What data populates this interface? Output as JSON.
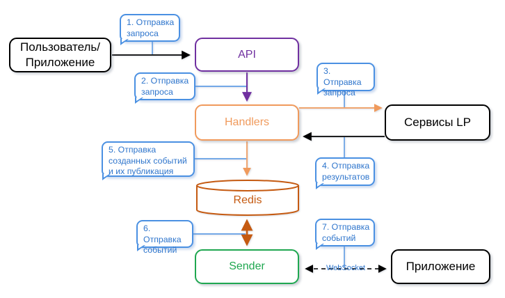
{
  "diagram": {
    "nodes": {
      "user": {
        "label": "Пользователь/\nПриложение"
      },
      "api": {
        "label": "API"
      },
      "handlers": {
        "label": "Handlers"
      },
      "redis": {
        "label": "Redis"
      },
      "services_lp": {
        "label": "Сервисы LP"
      },
      "sender": {
        "label": "Sender"
      },
      "app": {
        "label": "Приложение"
      }
    },
    "callouts": [
      {
        "id": 1,
        "label": "1. Отправка запроса"
      },
      {
        "id": 2,
        "label": "2. Отправка запроса"
      },
      {
        "id": 3,
        "label": "3. Отправка запроса"
      },
      {
        "id": 4,
        "label": "4. Отправка результатов"
      },
      {
        "id": 5,
        "label": "5. Отправка созданных событий и их публикация"
      },
      {
        "id": 6,
        "label": "6. Отправка событий"
      },
      {
        "id": 7,
        "label": "7. Отправка событий"
      }
    ],
    "edge_labels": {
      "websocket": "WebSocket"
    },
    "colors": {
      "callout_border": "#4A90E2",
      "callout_text": "#2E75CC",
      "api_purple": "#7030A0",
      "handlers_orange": "#F09A5C",
      "redis_dark_orange": "#C55A11",
      "sender_green": "#1FA750",
      "node_black": "#000000"
    }
  }
}
